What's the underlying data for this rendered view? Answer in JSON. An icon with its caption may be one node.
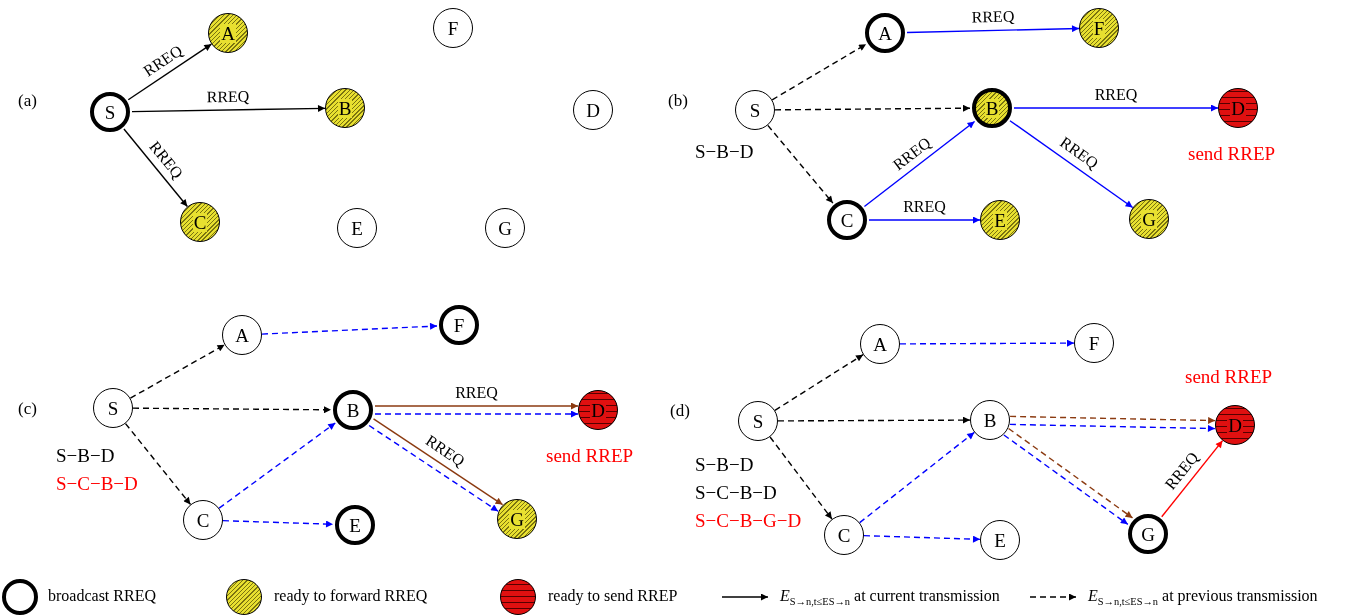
{
  "diagram": {
    "nodes": [
      {
        "text": [
          "S"
        ]
      },
      {
        "text": [
          "A"
        ]
      },
      {
        "text": [
          "B"
        ]
      },
      {
        "text": [
          "C"
        ]
      },
      {
        "text": [
          "D"
        ]
      },
      {
        "text": [
          "E"
        ]
      },
      {
        "text": [
          "F"
        ]
      },
      {
        "text": [
          "G"
        ]
      },
      {
        "text": [
          "S"
        ],
        "beside": [
          "S−B−D"
        ]
      },
      {
        "text": [
          "A"
        ]
      },
      {
        "text": [
          "B"
        ]
      },
      {
        "text": [
          "C"
        ]
      },
      {
        "text": [
          "D"
        ],
        "beside": [
          "send RREP"
        ]
      },
      {
        "text": [
          "E"
        ]
      },
      {
        "text": [
          "F"
        ]
      },
      {
        "text": [
          "G"
        ]
      },
      {
        "text": [
          "S"
        ],
        "beside": [
          "S−B−D",
          "S−C−B−D"
        ]
      },
      {
        "text": [
          "A"
        ]
      },
      {
        "text": [
          "B"
        ]
      },
      {
        "text": [
          "C"
        ]
      },
      {
        "text": [
          "D"
        ],
        "beside": [
          "send RREP"
        ]
      },
      {
        "text": [
          "E"
        ]
      },
      {
        "text": [
          "F"
        ]
      },
      {
        "text": [
          "G"
        ]
      },
      {
        "text": [
          "S"
        ],
        "beside": [
          "S−B−D",
          "S−C−B−D",
          "S−C−B−G−D"
        ]
      },
      {
        "text": [
          "A"
        ]
      },
      {
        "text": [
          "B"
        ]
      },
      {
        "text": [
          "C"
        ]
      },
      {
        "text": [
          "D"
        ],
        "beside": [
          "send RREP"
        ]
      },
      {
        "text": [
          "E"
        ]
      },
      {
        "text": [
          "F"
        ]
      },
      {
        "text": [
          "G"
        ]
      }
    ],
    "edges": [
      {
        "from": 0,
        "to": 1,
        "arrow": "to",
        "label": "RREQ",
        "color": "#000000"
      },
      {
        "from": 0,
        "to": 2,
        "arrow": "to",
        "label": "RREQ",
        "color": "#000000"
      },
      {
        "from": 0,
        "to": 3,
        "arrow": "to",
        "label": "RREQ",
        "color": "#000000"
      },
      {
        "from": 8,
        "to": 9,
        "arrow": "to",
        "style": "dashed",
        "color": "#000000"
      },
      {
        "from": 8,
        "to": 10,
        "arrow": "to",
        "style": "dashed",
        "color": "#000000"
      },
      {
        "from": 8,
        "to": 11,
        "arrow": "to",
        "style": "dashed",
        "color": "#000000"
      },
      {
        "from": 9,
        "to": 14,
        "arrow": "to",
        "label": "RREQ",
        "color": "#0000ff"
      },
      {
        "from": 10,
        "to": 12,
        "arrow": "to",
        "label": "RREQ",
        "color": "#0000ff"
      },
      {
        "from": 10,
        "to": 15,
        "arrow": "to",
        "label": "RREQ",
        "color": "#0000ff"
      },
      {
        "from": 11,
        "to": 10,
        "arrow": "to",
        "label": "RREQ",
        "color": "#0000ff"
      },
      {
        "from": 11,
        "to": 13,
        "arrow": "to",
        "label": "RREQ",
        "color": "#0000ff"
      },
      {
        "from": 16,
        "to": 17,
        "arrow": "to",
        "style": "dashed",
        "color": "#000000"
      },
      {
        "from": 16,
        "to": 18,
        "arrow": "to",
        "style": "dashed",
        "color": "#000000"
      },
      {
        "from": 16,
        "to": 19,
        "arrow": "to",
        "style": "dashed",
        "color": "#000000"
      },
      {
        "from": 17,
        "to": 22,
        "arrow": "to",
        "style": "dashed",
        "color": "#0000ff"
      },
      {
        "from": 19,
        "to": 18,
        "arrow": "to",
        "style": "dashed",
        "color": "#0000ff"
      },
      {
        "from": 19,
        "to": 21,
        "arrow": "to",
        "style": "dashed",
        "color": "#0000ff"
      },
      {
        "from": 18,
        "to": 20,
        "arrow": "to",
        "label": "RREQ",
        "color": "#8b3a10"
      },
      {
        "from": 18,
        "to": 20,
        "arrow": "to",
        "style": "dashed",
        "color": "#0000ff"
      },
      {
        "from": 18,
        "to": 23,
        "arrow": "to",
        "label": "RREQ",
        "color": "#8b3a10"
      },
      {
        "from": 18,
        "to": 23,
        "arrow": "to",
        "style": "dashed",
        "color": "#0000ff"
      },
      {
        "from": 24,
        "to": 25,
        "arrow": "to",
        "style": "dashed",
        "color": "#000000"
      },
      {
        "from": 24,
        "to": 26,
        "arrow": "to",
        "style": "dashed",
        "color": "#000000"
      },
      {
        "from": 24,
        "to": 27,
        "arrow": "to",
        "style": "dashed",
        "color": "#000000"
      },
      {
        "from": 25,
        "to": 30,
        "arrow": "to",
        "style": "dashed",
        "color": "#0000ff"
      },
      {
        "from": 27,
        "to": 26,
        "arrow": "to",
        "style": "dashed",
        "color": "#0000ff"
      },
      {
        "from": 27,
        "to": 29,
        "arrow": "to",
        "style": "dashed",
        "color": "#0000ff"
      },
      {
        "from": 26,
        "to": 28,
        "arrow": "to",
        "style": "dashed",
        "color": "#8b3a10"
      },
      {
        "from": 26,
        "to": 28,
        "arrow": "to",
        "style": "dashed",
        "color": "#0000ff"
      },
      {
        "from": 26,
        "to": 31,
        "arrow": "to",
        "style": "dashed",
        "color": "#8b3a10"
      },
      {
        "from": 26,
        "to": 31,
        "arrow": "to",
        "style": "dashed",
        "color": "#0000ff"
      },
      {
        "from": 31,
        "to": 28,
        "arrow": "to",
        "label": "RREQ",
        "color": "#ff0000"
      }
    ],
    "labels": [
      "(a)",
      "(b)",
      "(c)",
      "(d)"
    ],
    "legend": [
      {
        "text": "broadcast RREQ"
      },
      {
        "text": "ready to forward RREQ"
      },
      {
        "text": "ready to send RREP"
      },
      {
        "text": "*E*$_{S→n,t≤E}$$_{S→n}$ at current transmission"
      },
      {
        "text": "*E*$_{S→n,t≤E}$$_{S→n}$ at previous transmission"
      }
    ]
  }
}
